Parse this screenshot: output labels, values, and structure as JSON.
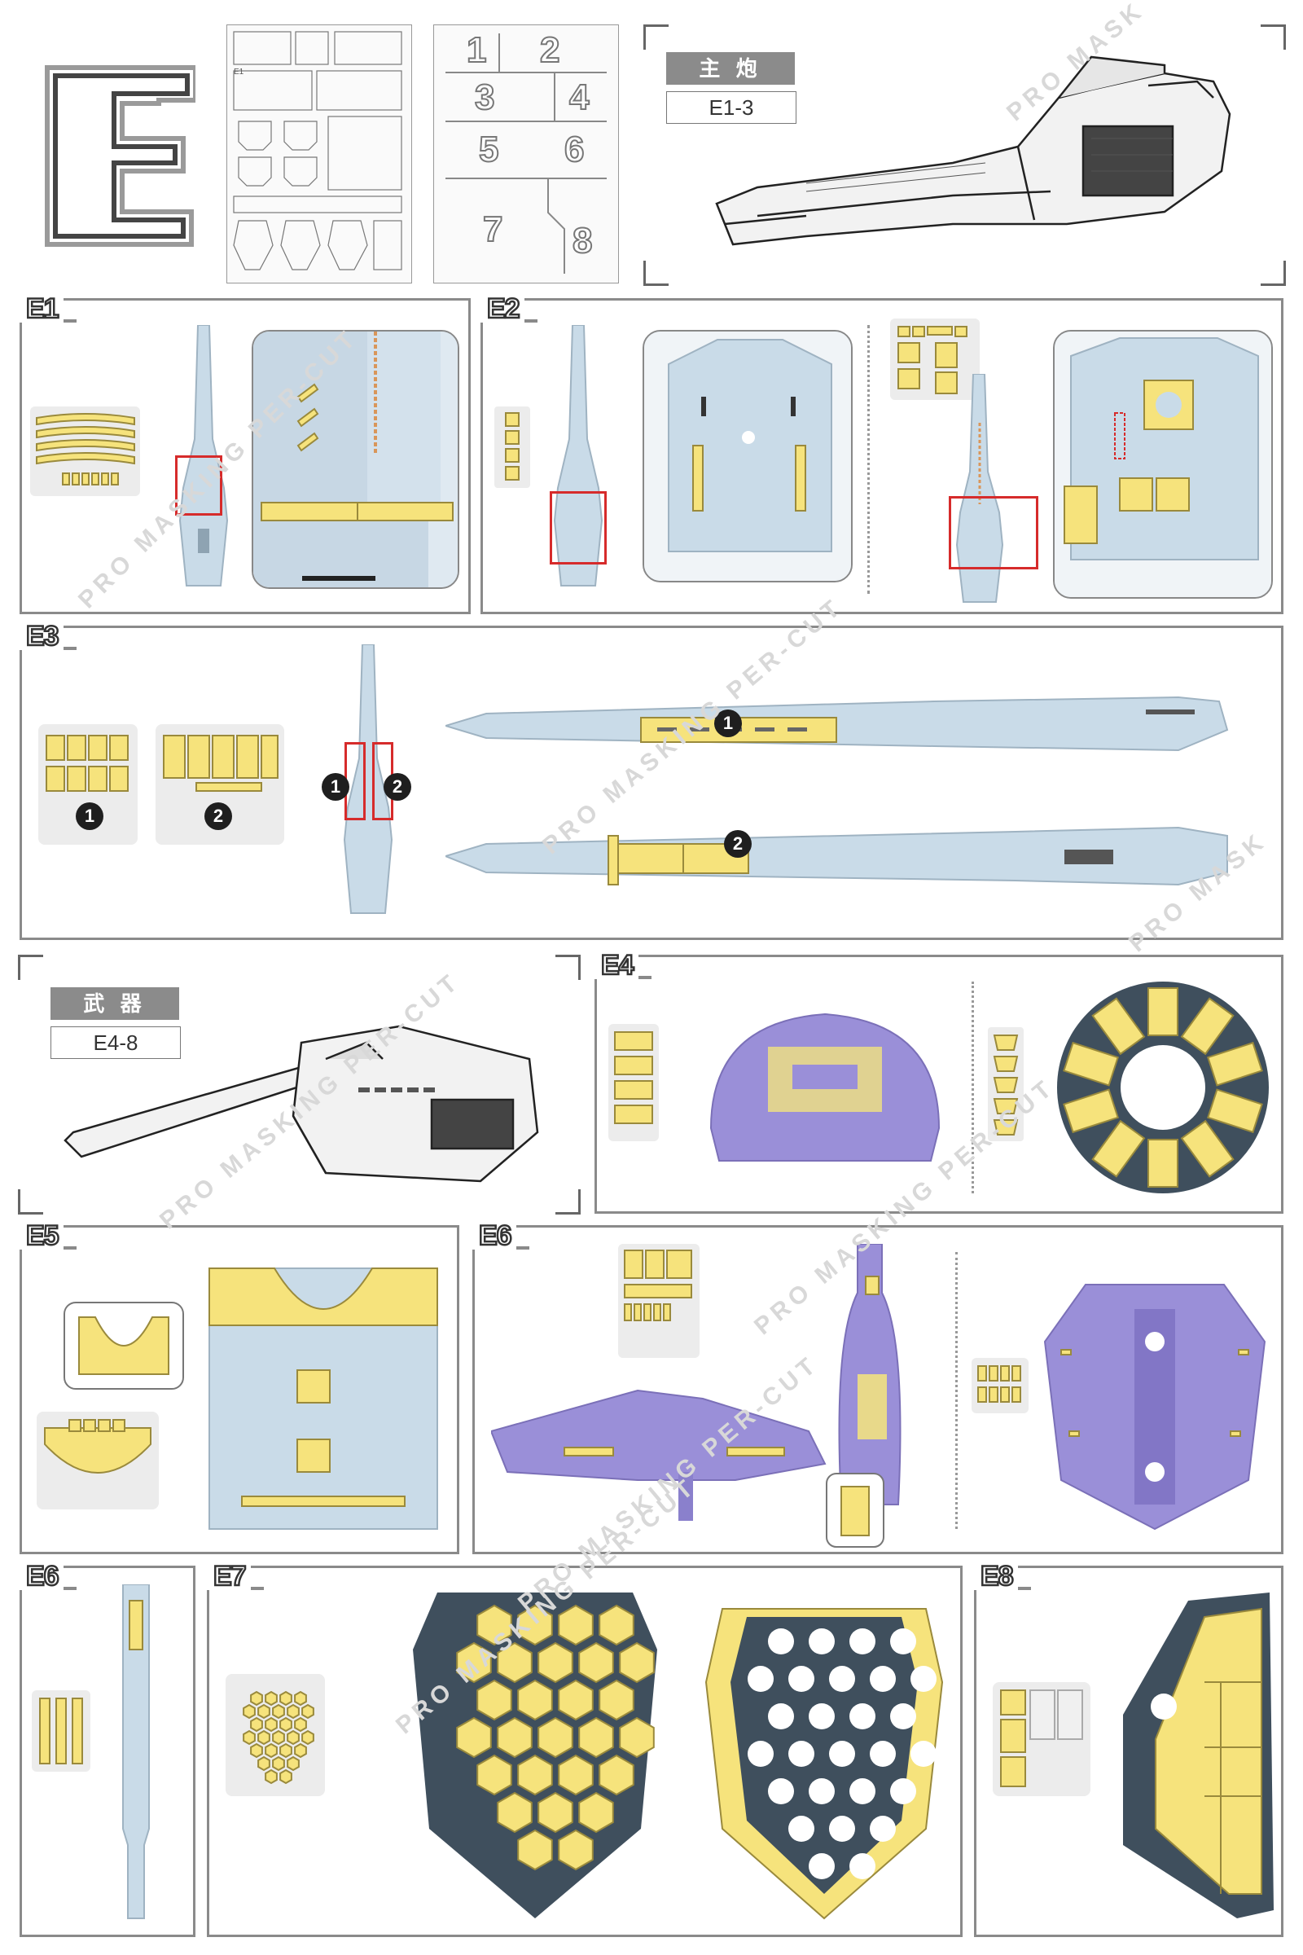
{
  "header": {
    "letter": "E",
    "main_cannon": {
      "title": "主 炮",
      "parts": "E1-3"
    },
    "sheet_numbers": [
      "1",
      "2",
      "3",
      "4",
      "5",
      "6",
      "7",
      "8"
    ]
  },
  "weapons": {
    "title": "武 器",
    "parts": "E4-8"
  },
  "steps": [
    {
      "id": "E1",
      "label": "E1"
    },
    {
      "id": "E2",
      "label": "E2"
    },
    {
      "id": "E3",
      "label": "E3"
    },
    {
      "id": "E4",
      "label": "E4"
    },
    {
      "id": "E5",
      "label": "E5"
    },
    {
      "id": "E6a",
      "label": "E6"
    },
    {
      "id": "E6b",
      "label": "E6"
    },
    {
      "id": "E7",
      "label": "E7"
    },
    {
      "id": "E8",
      "label": "E8"
    }
  ],
  "markers": {
    "one": "1",
    "two": "2"
  },
  "watermark": "PRO MASKING PER-CUT",
  "watermark_short": "PRO MASK",
  "colors": {
    "mask_yellow": "#f6e37c",
    "part_blue": "#c9dbe8",
    "part_purple": "#9a8fd8",
    "part_navy": "#3f4f5d",
    "frame_gray": "#8a8a8a",
    "highlight_red": "#d62b2b"
  }
}
